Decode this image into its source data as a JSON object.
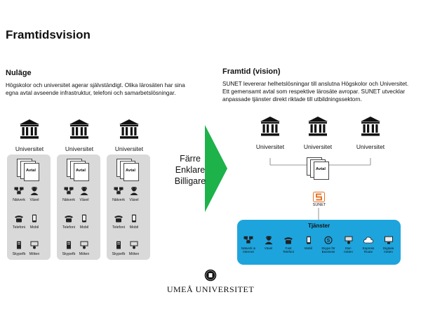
{
  "title": "Framtidsvision",
  "left": {
    "heading": "Nuläge",
    "text_lines": [
      "Högskolor och universitet agerar självständigt. Olika lärosäten har sina",
      "egna avtal avseende infrastruktur, telefoni och samarbetslösningar."
    ],
    "building_label": "Universitet",
    "doc_label": "Avtal",
    "icon_labels": [
      "Nätverk",
      "Växel",
      "Telefoni",
      "Mobil",
      "Skypefb",
      "Möten"
    ]
  },
  "arrow": {
    "lines": [
      "Färre",
      "Enklare",
      "Billigare"
    ],
    "color": "#1db24a"
  },
  "right": {
    "heading": "Framtid (vision)",
    "text_lines": [
      "SUNET levererar helhetslösningar till anslutna Högskolor och Universitet.",
      "Ett gemensamt avtal som respektive lärosäte avropar. SUNET utvecklar",
      "anpassade tjänster direkt riktade till utbildningssektorn."
    ],
    "building_label": "Universitet",
    "doc_label": "Avtal",
    "sunet_label": "SUNET",
    "services_title": "Tjänster",
    "services": [
      {
        "icon": "network-icon",
        "label": [
          "Nätverk &",
          "Internet"
        ]
      },
      {
        "icon": "operator-icon",
        "label": [
          "Växel"
        ]
      },
      {
        "icon": "phone-icon",
        "label": [
          "Fast",
          "Telefoni"
        ]
      },
      {
        "icon": "mobile-icon",
        "label": [
          "Mobil"
        ]
      },
      {
        "icon": "skype-icon",
        "label": [
          "Skype för",
          "Business"
        ]
      },
      {
        "icon": "meeting-icon",
        "label": [
          "Stor-",
          "möten"
        ]
      },
      {
        "icon": "cloud-icon",
        "label": [
          "Express",
          "Route"
        ]
      },
      {
        "icon": "screen-icon",
        "label": [
          "Digitala",
          "möten"
        ]
      }
    ],
    "services_color": "#1ea4dd",
    "sunet_color": "#e8742a"
  },
  "footer": {
    "university": "UMEÅ UNIVERSITET"
  }
}
